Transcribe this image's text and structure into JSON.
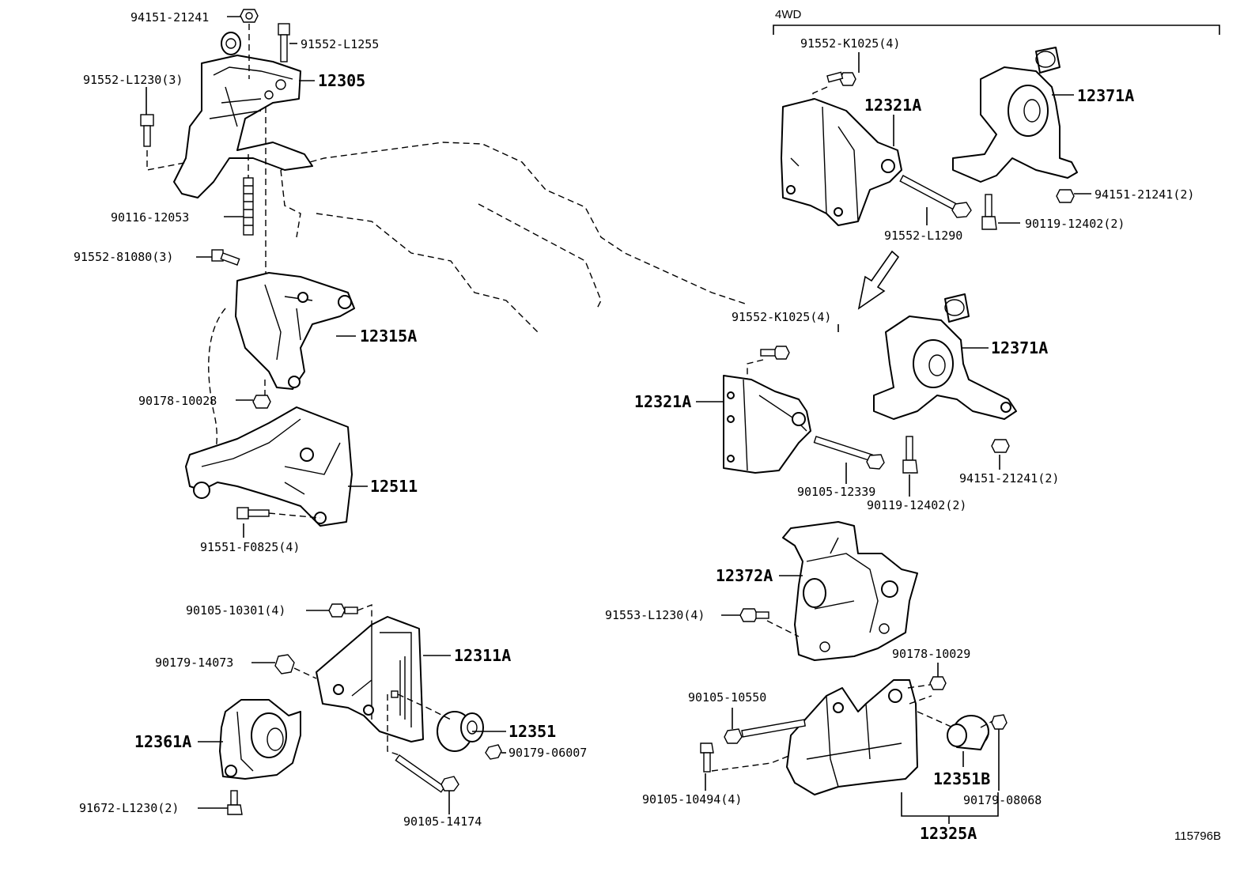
{
  "section_label": "4WD",
  "figure_id": "115796B",
  "labels": {
    "p94151_21241_top": "94151-21241",
    "p91552_L1255": "91552-L1255",
    "p91552_L1230_3": "91552-L1230(3)",
    "p12305": "12305",
    "p90116_12053": "90116-12053",
    "p91552_81080_3": "91552-81080(3)",
    "p12315A": "12315A",
    "p90178_10028": "90178-10028",
    "p12511": "12511",
    "p91551_F0825_4": "91551-F0825(4)",
    "p90105_10301_4": "90105-10301(4)",
    "p12311A": "12311A",
    "p90179_14073": "90179-14073",
    "p12351": "12351",
    "p90179_06007": "90179-06007",
    "p12361A": "12361A",
    "p91672_L1230_2": "91672-L1230(2)",
    "p90105_14174": "90105-14174",
    "p91552_K1025_4_top": "91552-K1025(4)",
    "p12321A_top": "12321A",
    "p12371A_top": "12371A",
    "p94151_21241_2_top": "94151-21241(2)",
    "p90119_12402_2_top": "90119-12402(2)",
    "p91552_L1290": "91552-L1290",
    "p91552_K1025_4_mid": "91552-K1025(4)",
    "p12371A_mid": "12371A",
    "p12321A_mid": "12321A",
    "p94151_21241_2_mid": "94151-21241(2)",
    "p90105_12339": "90105-12339",
    "p90119_12402_2_mid": "90119-12402(2)",
    "p12372A": "12372A",
    "p91553_L1230_4": "91553-L1230(4)",
    "p90178_10029": "90178-10029",
    "p90105_10550": "90105-10550",
    "p90105_10494_4": "90105-10494(4)",
    "p12351B": "12351B",
    "p90179_08068": "90179-08068",
    "p12325A": "12325A"
  }
}
